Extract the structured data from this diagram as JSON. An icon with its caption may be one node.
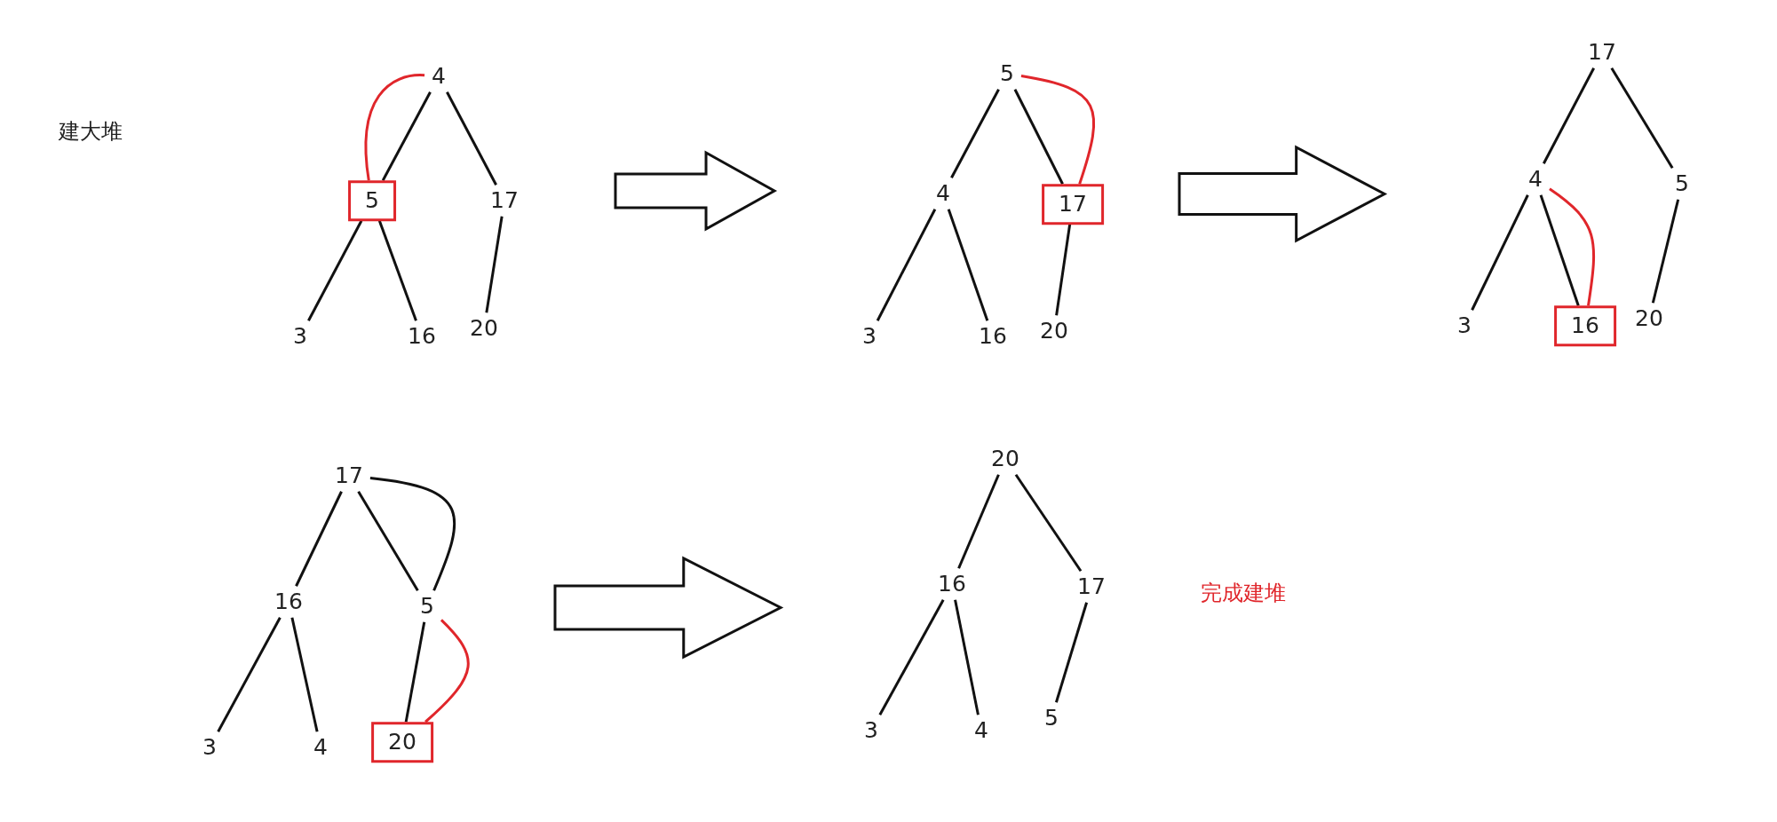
{
  "diagram": {
    "nodes": [
      {
        "text": [
          "4"
        ]
      },
      {
        "text": [
          "5"
        ]
      },
      {
        "text": [
          "17"
        ]
      },
      {
        "text": [
          "3"
        ]
      },
      {
        "text": [
          "16"
        ]
      },
      {
        "text": [
          "20"
        ]
      },
      {
        "text": [
          "5"
        ]
      },
      {
        "text": [
          "4"
        ]
      },
      {
        "text": [
          "17"
        ]
      },
      {
        "text": [
          "3"
        ]
      },
      {
        "text": [
          "16"
        ]
      },
      {
        "text": [
          "20"
        ]
      },
      {
        "text": [
          "17"
        ]
      },
      {
        "text": [
          "4"
        ]
      },
      {
        "text": [
          "5"
        ]
      },
      {
        "text": [
          "3"
        ]
      },
      {
        "text": [
          "16"
        ]
      },
      {
        "text": [
          "20"
        ]
      },
      {
        "text": [
          "17"
        ]
      },
      {
        "text": [
          "16"
        ]
      },
      {
        "text": [
          "5"
        ]
      },
      {
        "text": [
          "3"
        ]
      },
      {
        "text": [
          "4"
        ]
      },
      {
        "text": [
          "20"
        ]
      },
      {
        "text": [
          "20"
        ]
      },
      {
        "text": [
          "16"
        ]
      },
      {
        "text": [
          "17"
        ]
      },
      {
        "text": [
          "3"
        ]
      },
      {
        "text": [
          "4"
        ]
      },
      {
        "text": [
          "5"
        ]
      }
    ],
    "edges": [
      {
        "from": 0,
        "to": 1,
        "arrow": "none"
      },
      {
        "from": 0,
        "to": 2,
        "arrow": "none"
      },
      {
        "from": 1,
        "to": 3,
        "arrow": "none"
      },
      {
        "from": 1,
        "to": 4,
        "arrow": "none"
      },
      {
        "from": 2,
        "to": 5,
        "arrow": "none"
      },
      {
        "from": 1,
        "to": 0,
        "arrow": "none",
        "color": "#e0262b"
      },
      {
        "from": 6,
        "to": 7,
        "arrow": "none"
      },
      {
        "from": 6,
        "to": 8,
        "arrow": "none"
      },
      {
        "from": 7,
        "to": 9,
        "arrow": "none"
      },
      {
        "from": 7,
        "to": 10,
        "arrow": "none"
      },
      {
        "from": 8,
        "to": 11,
        "arrow": "none"
      },
      {
        "from": 6,
        "to": 8,
        "arrow": "none",
        "color": "#e0262b"
      },
      {
        "from": 12,
        "to": 13,
        "arrow": "none"
      },
      {
        "from": 12,
        "to": 14,
        "arrow": "none"
      },
      {
        "from": 13,
        "to": 15,
        "arrow": "none"
      },
      {
        "from": 13,
        "to": 16,
        "arrow": "none"
      },
      {
        "from": 14,
        "to": 17,
        "arrow": "none"
      },
      {
        "from": 13,
        "to": 16,
        "arrow": "none",
        "color": "#e0262b"
      },
      {
        "from": 18,
        "to": 19,
        "arrow": "none"
      },
      {
        "from": 18,
        "to": 20,
        "arrow": "none"
      },
      {
        "from": 19,
        "to": 21,
        "arrow": "none"
      },
      {
        "from": 19,
        "to": 22,
        "arrow": "none"
      },
      {
        "from": 20,
        "to": 23,
        "arrow": "none"
      },
      {
        "from": 18,
        "to": 20,
        "arrow": "none"
      },
      {
        "from": 20,
        "to": 23,
        "arrow": "none",
        "color": "#e0262b"
      },
      {
        "from": 24,
        "to": 25,
        "arrow": "none"
      },
      {
        "from": 24,
        "to": 26,
        "arrow": "none"
      },
      {
        "from": 25,
        "to": 27,
        "arrow": "none"
      },
      {
        "from": 25,
        "to": 28,
        "arrow": "none"
      },
      {
        "from": 26,
        "to": 29,
        "arrow": "none"
      }
    ],
    "labels": [
      "建大堆",
      "完成建堆"
    ]
  }
}
